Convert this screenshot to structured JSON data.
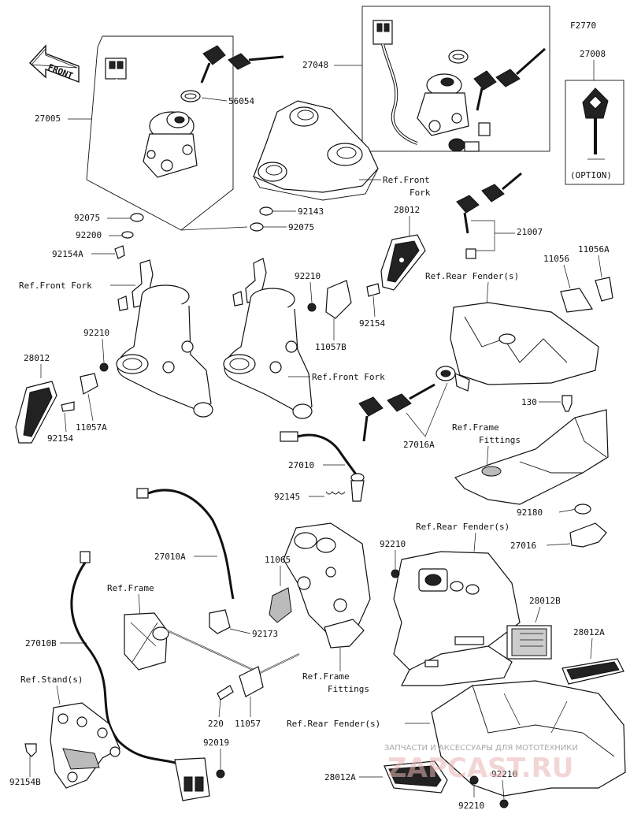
{
  "figure_code": "F2770",
  "front_label": "FRONT",
  "option_label": "(OPTION)",
  "parts": {
    "p27005": "27005",
    "p56054": "56054",
    "p27048": "27048",
    "p27008": "27008",
    "p92075a": "92075",
    "p92200": "92200",
    "p92143": "92143",
    "p92075b": "92075",
    "p92154A": "92154A",
    "p28012_top": "28012",
    "p21007": "21007",
    "p11056": "11056",
    "p11056A": "11056A",
    "p92210_a": "92210",
    "p92154_mid": "92154",
    "p11057B": "11057B",
    "p92210_b": "92210",
    "p28012_left": "28012",
    "p92154_left": "92154",
    "p11057A": "11057A",
    "p130": "130",
    "p27016A": "27016A",
    "p27010": "27010",
    "p92145": "92145",
    "p92180": "92180",
    "p27016": "27016",
    "p27010A": "27010A",
    "p11065": "11065",
    "p92210_c": "92210",
    "p28012B": "28012B",
    "p28012A_r": "28012A",
    "p92173": "92173",
    "p27010B": "27010B",
    "p220": "220",
    "p11057": "11057",
    "p92019": "92019",
    "p92154B": "92154B",
    "p28012A_b": "28012A",
    "p92210_d": "92210",
    "p92210_e": "92210"
  },
  "refs": {
    "ref_front_fork_top": "Ref.Front",
    "ref_front_fork_top2": "Fork",
    "ref_front_fork_left": "Ref.Front Fork",
    "ref_front_fork_mid": "Ref.Front Fork",
    "ref_rear_fender_1": "Ref.Rear Fender(s)",
    "ref_frame_fittings_1a": "Ref.Frame",
    "ref_frame_fittings_1b": "Fittings",
    "ref_rear_fender_2": "Ref.Rear Fender(s)",
    "ref_frame": "Ref.Frame",
    "ref_frame_fittings_2a": "Ref.Frame",
    "ref_frame_fittings_2b": "Fittings",
    "ref_stand": "Ref.Stand(s)",
    "ref_rear_fender_3": "Ref.Rear Fender(s)"
  },
  "watermark": {
    "small": "ЗАПЧАСТИ И АКСЕССУАРЫ ДЛЯ МОТОТЕХНИКИ",
    "big": "ZAPCAST.RU"
  }
}
